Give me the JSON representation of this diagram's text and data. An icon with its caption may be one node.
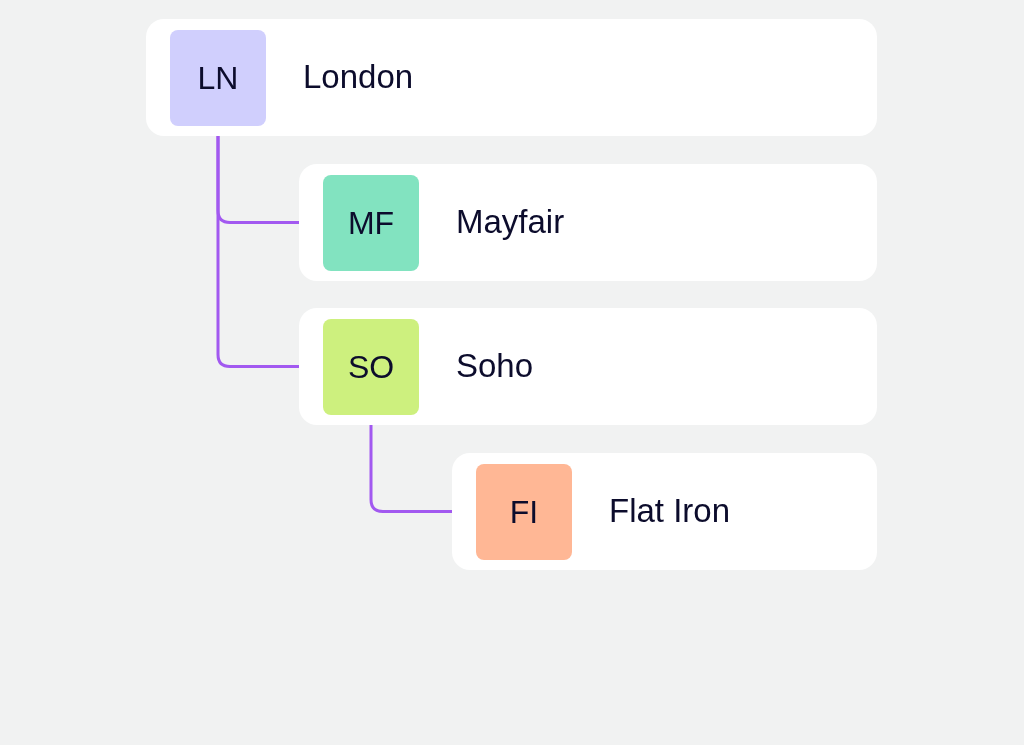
{
  "diagram": {
    "nodes": [
      {
        "text": [
          "London"
        ]
      },
      {
        "text": [
          "LN"
        ],
        "in": 0
      },
      {
        "text": [
          "Mayfair"
        ]
      },
      {
        "text": [
          "MF"
        ],
        "in": 2
      },
      {
        "text": [
          "Soho"
        ]
      },
      {
        "text": [
          "SO"
        ],
        "in": 4
      },
      {
        "text": [
          "Flat Iron"
        ]
      },
      {
        "text": [
          "FI"
        ],
        "in": 6
      }
    ],
    "edges": [
      {
        "from": 1,
        "to": 2,
        "arrow": "none"
      },
      {
        "from": 1,
        "to": 4,
        "arrow": "none"
      },
      {
        "from": 5,
        "to": 6,
        "arrow": "none"
      }
    ]
  }
}
